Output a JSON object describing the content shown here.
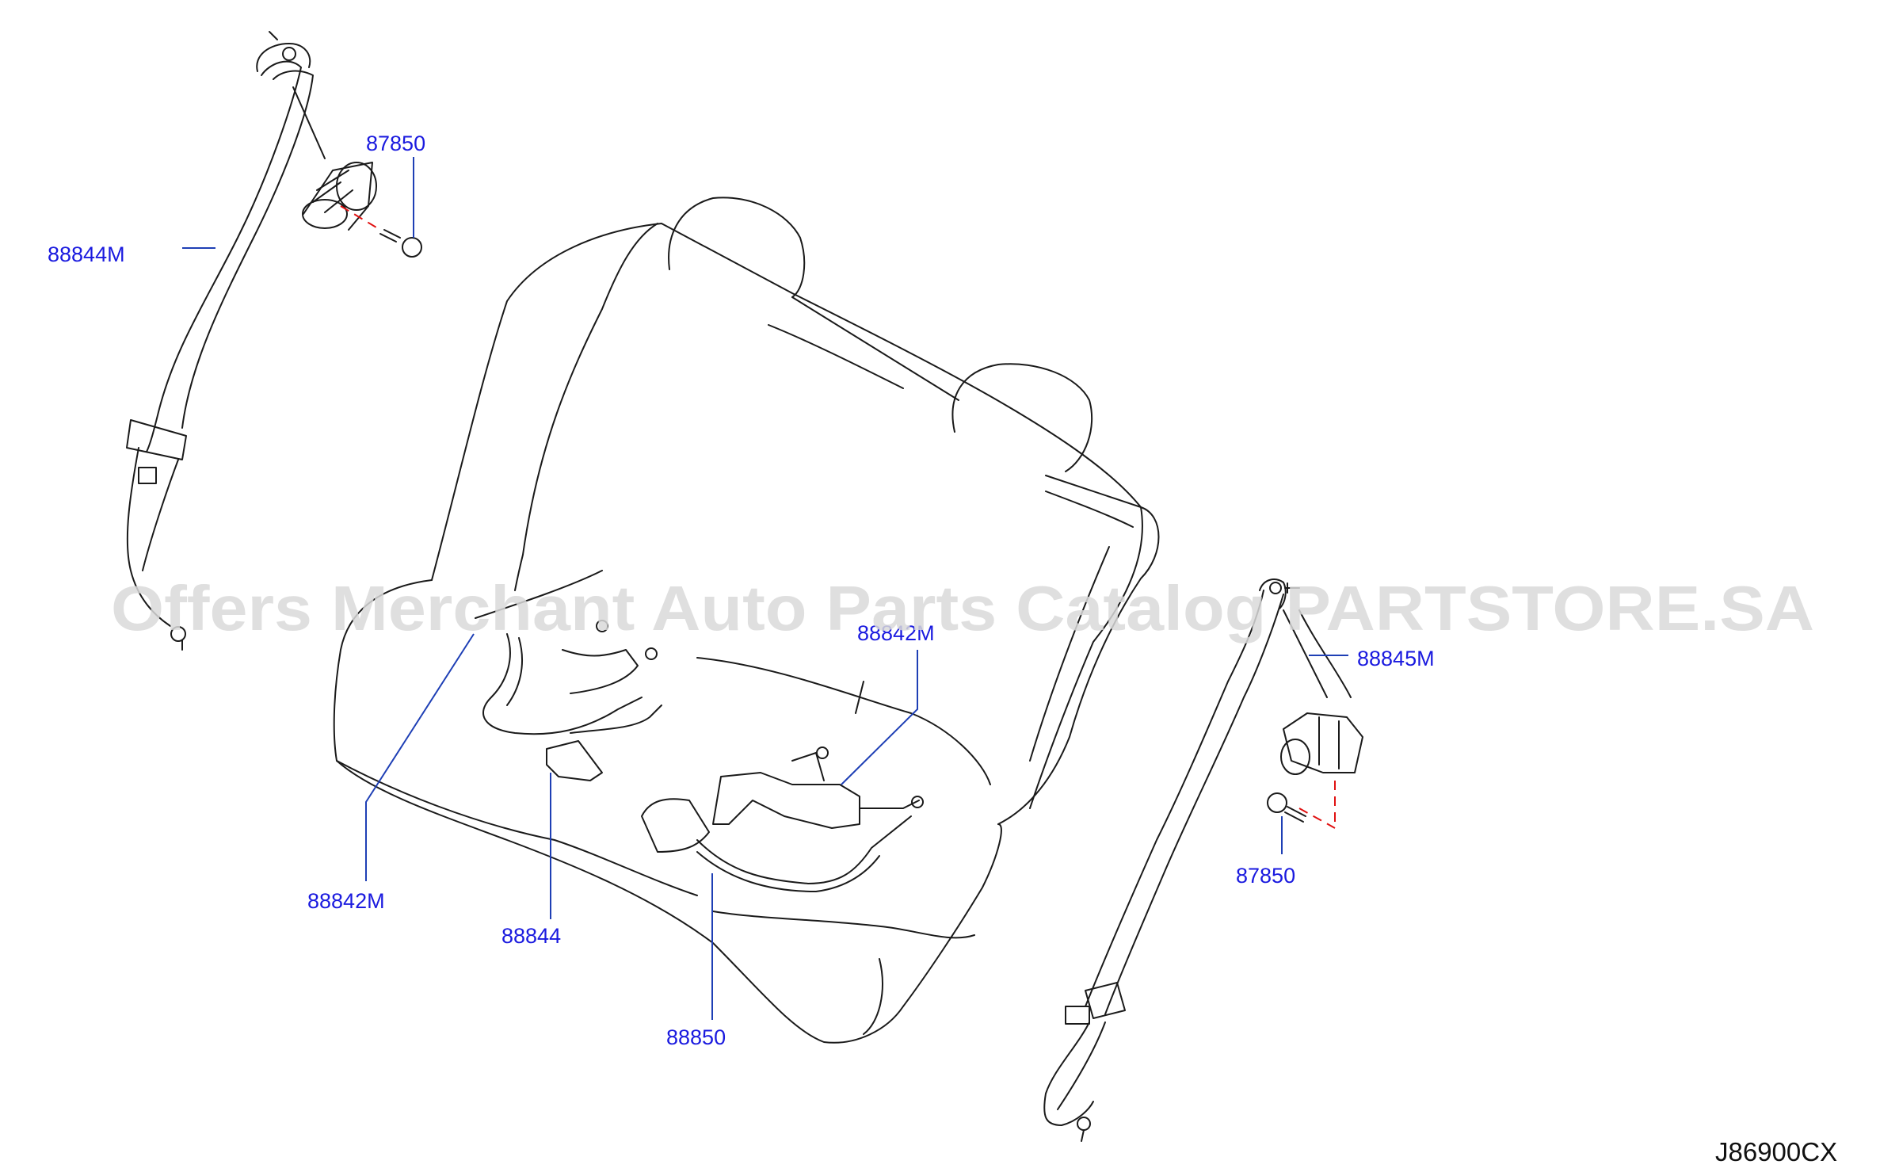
{
  "watermark": "Offers Merchant Auto Parts Catalog PARTSTORE.SA",
  "diagram_code": "J86900CX",
  "labels": {
    "l_87850_top": "87850",
    "l_88844M": "88844M",
    "l_88842M_right": "88842M",
    "l_88845M": "88845M",
    "l_87850_right": "87850",
    "l_88842M_bottom": "88842M",
    "l_88844": "88844",
    "l_88850": "88850"
  },
  "colors": {
    "label_text": "#1a1adf",
    "leader_line": "#1e3fb5",
    "fastener_dash": "#e01010",
    "line_art": "#1a1a1a"
  }
}
